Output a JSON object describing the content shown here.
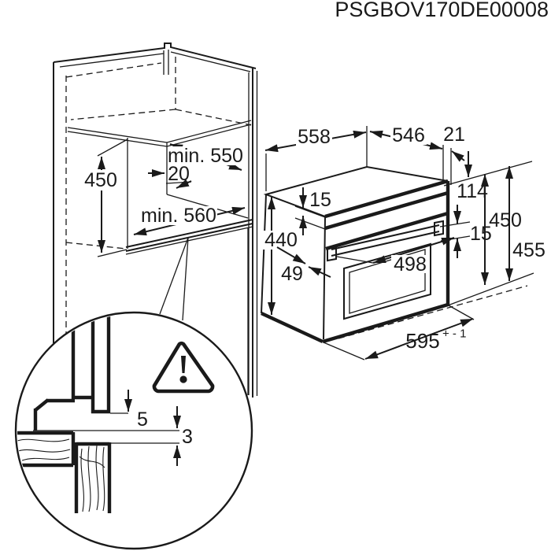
{
  "title": "PSGBOV170DE00008",
  "cabinet_dims": {
    "niche_height": "450",
    "min_depth": "min. 550",
    "rear_gap": "20",
    "min_width": "min. 560"
  },
  "oven_dims": {
    "top_depth": "558",
    "body_depth": "546",
    "rear_clearance": "21",
    "top_inset": "15",
    "top_drop": "114",
    "body_height": "440",
    "niche_height": "450",
    "handle_clearance": "15",
    "handle_offset": "49",
    "handle_width": "498",
    "front_height": "455",
    "width": "595",
    "width_tolerance": "+ - 1"
  },
  "detail_dims": {
    "rear_gap": "5",
    "worktop_gap": "3"
  },
  "icons": {
    "warning": "exclamation-triangle-icon"
  },
  "colors": {
    "line": "#1a1a1a",
    "background": "#ffffff"
  }
}
